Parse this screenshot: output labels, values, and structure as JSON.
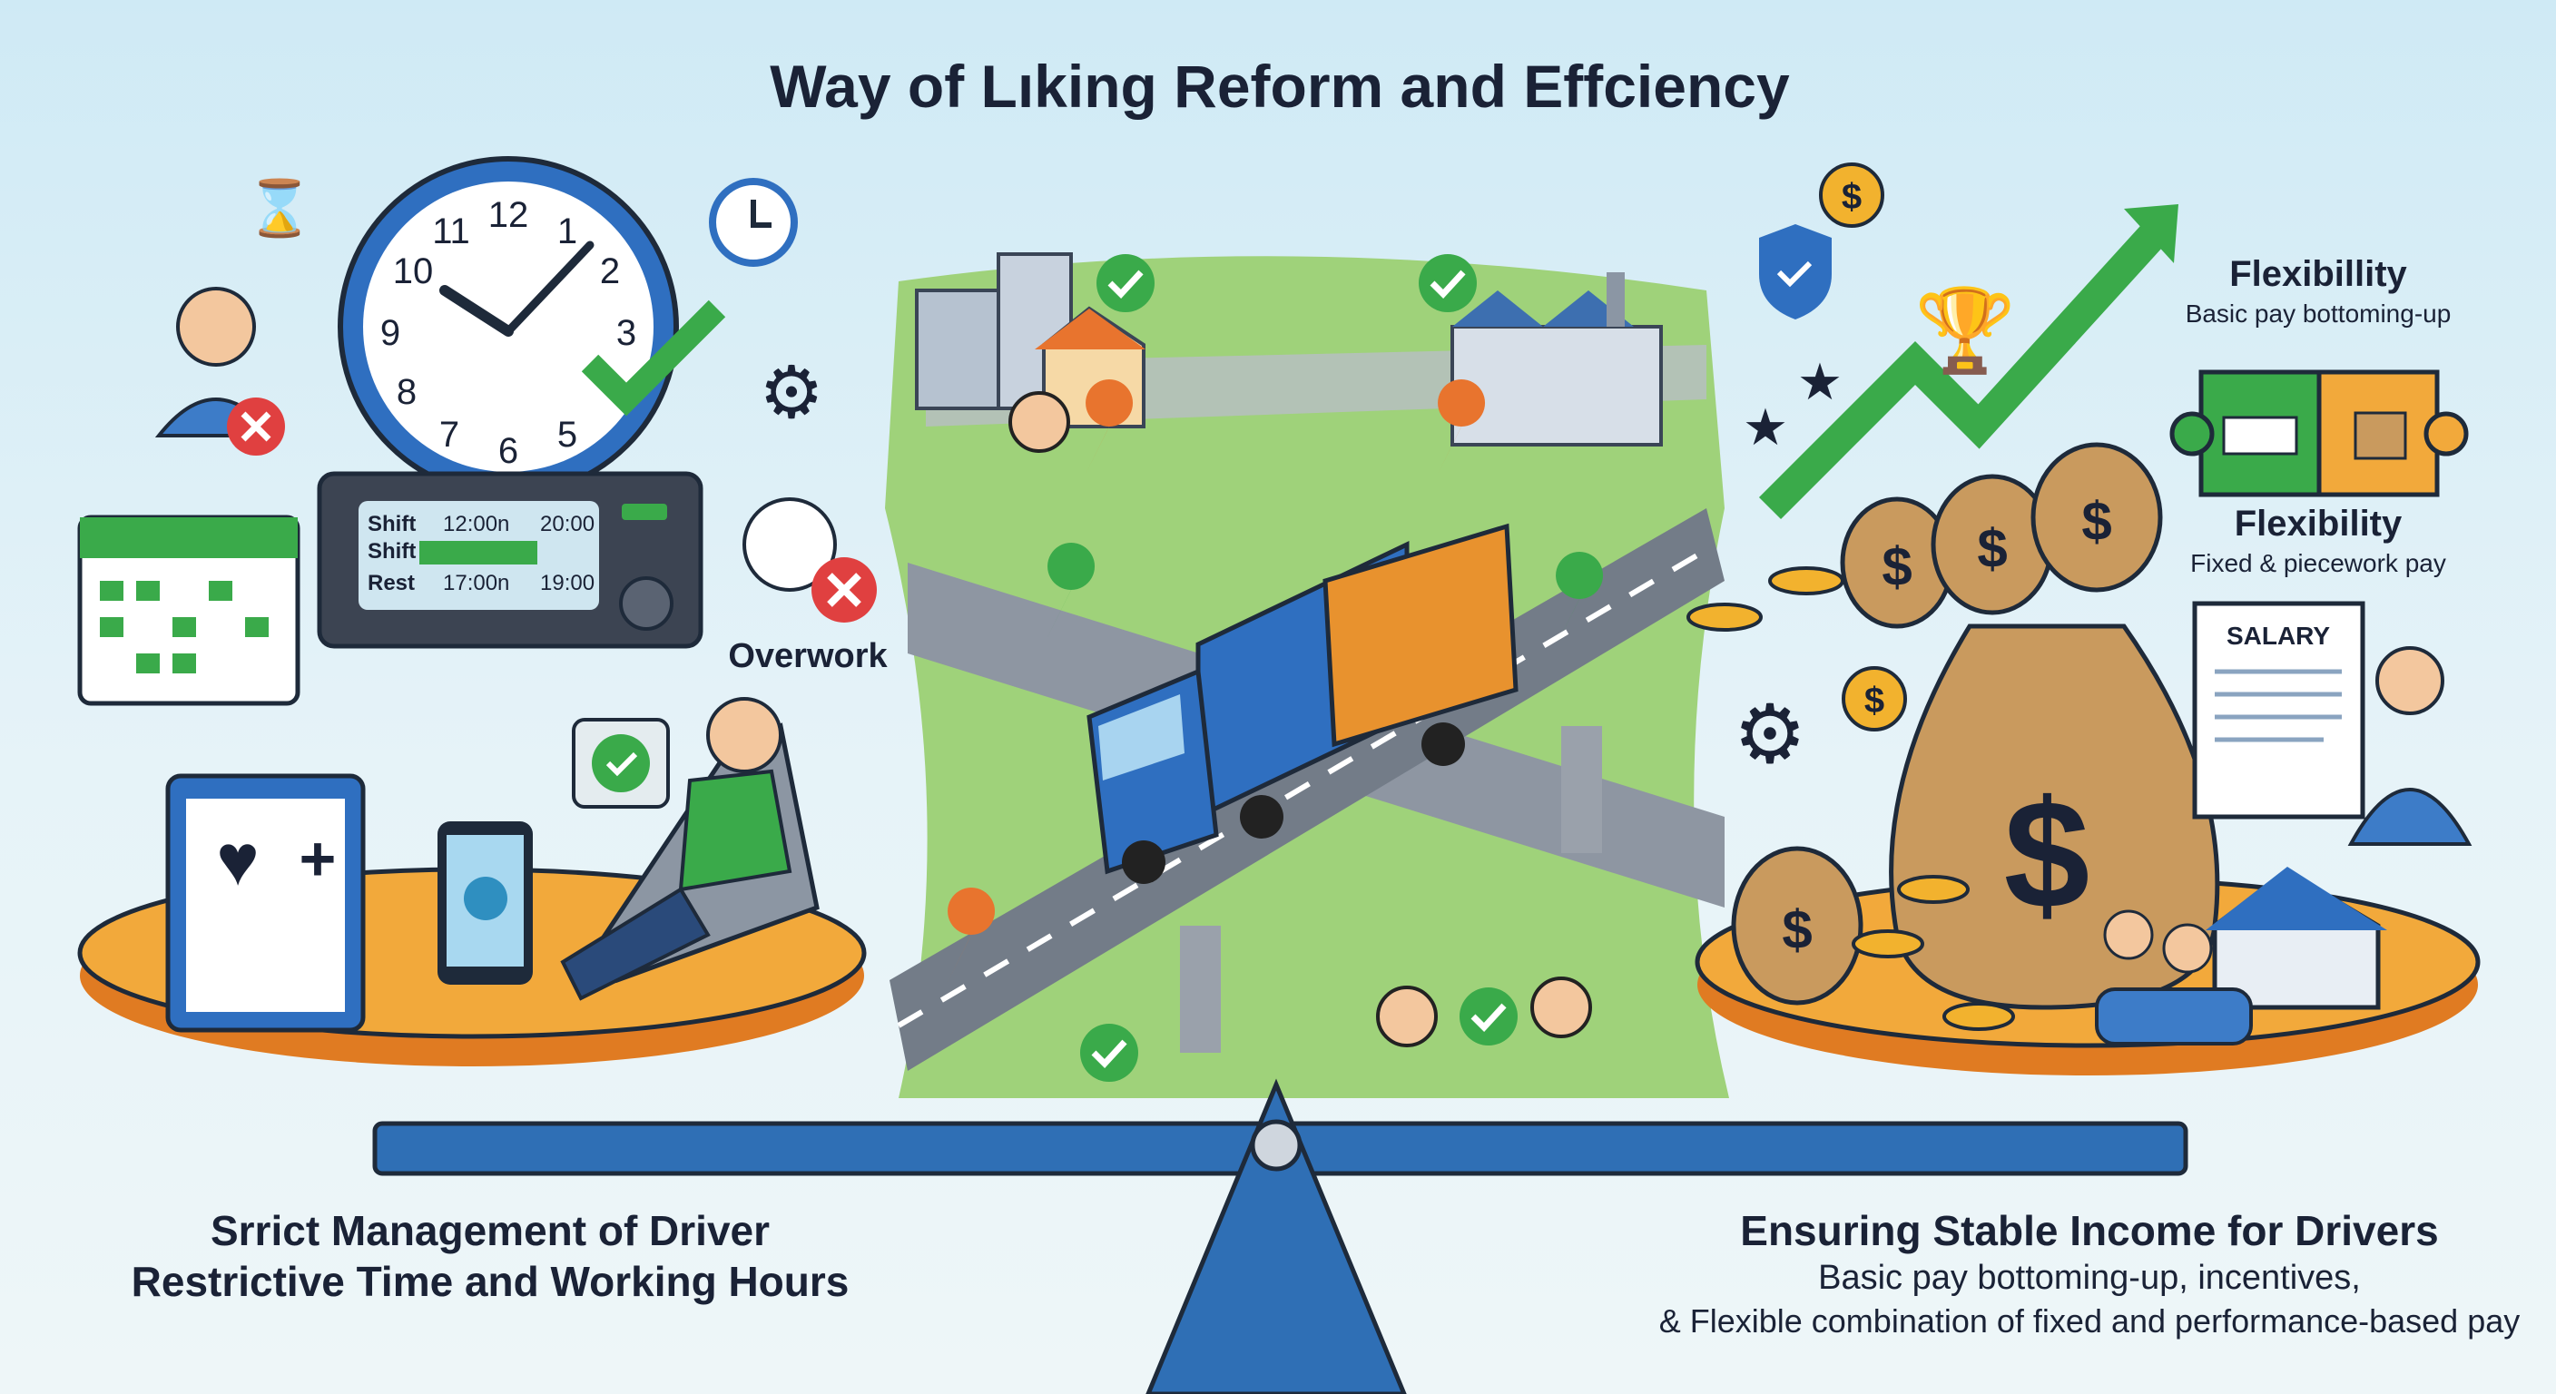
{
  "title": "Way of Lıking Reform and Effciency",
  "left": {
    "device": {
      "row1_label": "Shift",
      "row1_start": "12:00n",
      "row1_end": "20:00",
      "row2_label": "Shift",
      "row3_label": "Rest",
      "row3_start": "17:00n",
      "row3_end": "19:00"
    },
    "clock_numbers": [
      "12",
      "1",
      "2",
      "3",
      "5",
      "6",
      "7",
      "8",
      "9",
      "10",
      "11"
    ],
    "overwork_label": "Overwork",
    "caption_line1": "Srrict Management of Driver",
    "caption_line2": "Restrictive Time and Working Hours"
  },
  "right": {
    "flex1_title": "Flexibillity",
    "flex1_sub": "Basic pay bottoming-up",
    "flex2_title": "Flexibility",
    "flex2_sub": "Fixed & piecework pay",
    "salary_label": "SALARY",
    "caption_title": "Ensuring Stable Income for Drivers",
    "caption_line1": "Basic pay bottoming-up, incentives,",
    "caption_line2": "& Flexible combination of fixed and performance-based pay"
  },
  "colors": {
    "title": "#1a2236",
    "platform": "#f2a93b",
    "beam": "#2f6fb5",
    "green": "#3aaa4a",
    "red": "#e04040",
    "truck_blue": "#2f6fc0",
    "container_orange": "#e8922e"
  }
}
